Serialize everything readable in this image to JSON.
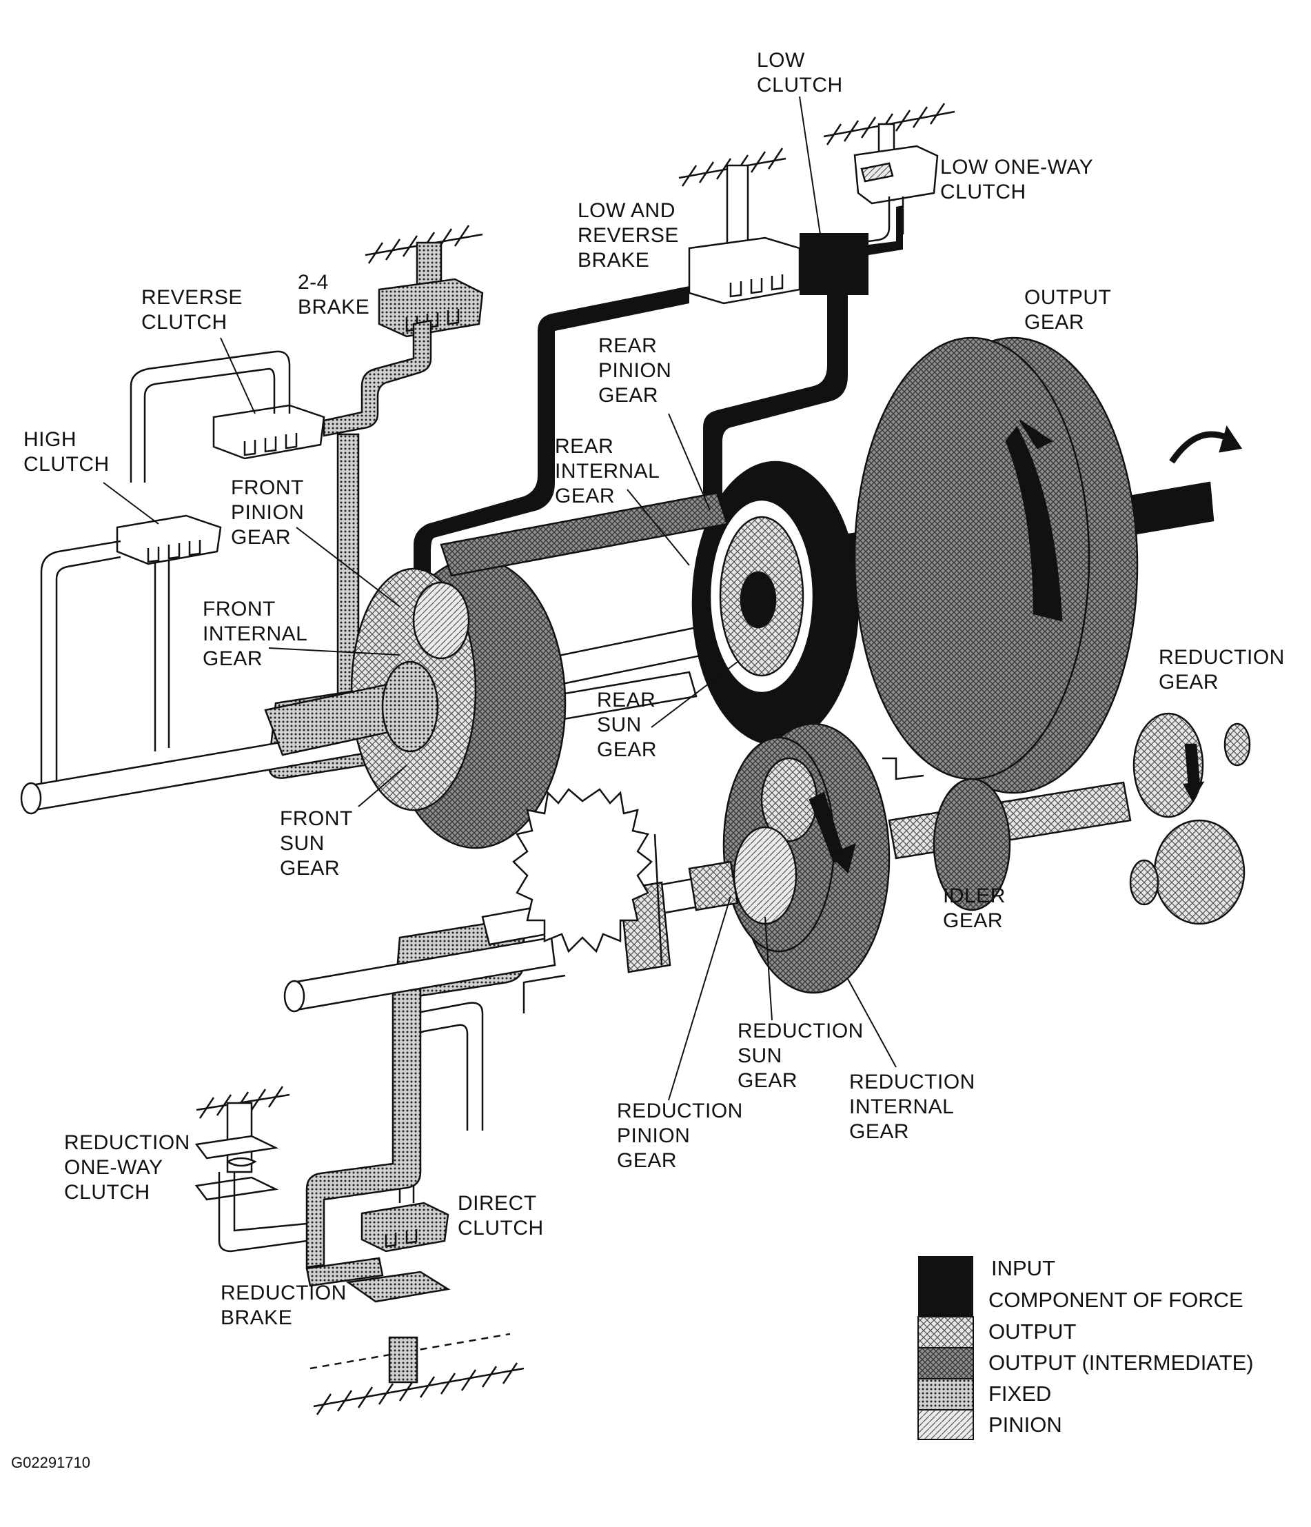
{
  "colors": {
    "input": "#111111",
    "component_of_force": "#111111",
    "output": "#d9d9d9",
    "output_intermediate": "#9a9a9a",
    "fixed": "#b4b4b4",
    "pinion": "#cfcfcf",
    "line": "#111111",
    "paper": "#ffffff"
  },
  "labels": {
    "low_clutch": "LOW\nCLUTCH",
    "low_one_way_clutch": "LOW ONE-WAY\nCLUTCH",
    "low_and_reverse_brake": "LOW AND\nREVERSE\nBRAKE",
    "brake_2_4": "2-4\nBRAKE",
    "reverse_clutch": "REVERSE\nCLUTCH",
    "output_gear": "OUTPUT\nGEAR",
    "rear_pinion_gear": "REAR\nPINION\nGEAR",
    "rear_internal_gear": "REAR\nINTERNAL\nGEAR",
    "high_clutch": "HIGH\nCLUTCH",
    "front_pinion_gear": "FRONT\nPINION\nGEAR",
    "front_internal_gear": "FRONT\nINTERNAL\nGEAR",
    "reduction_gear": "REDUCTION\nGEAR",
    "rear_sun_gear": "REAR\nSUN\nGEAR",
    "front_sun_gear": "FRONT\nSUN\nGEAR",
    "idler_gear": "IDLER\nGEAR",
    "reduction_sun_gear": "REDUCTION\nSUN\nGEAR",
    "reduction_internal_gear": "REDUCTION\nINTERNAL\nGEAR",
    "reduction_pinion_gear": "REDUCTION\nPINION\nGEAR",
    "reduction_one_way_clutch": "REDUCTION\nONE-WAY\nCLUTCH",
    "direct_clutch": "DIRECT\nCLUTCH",
    "reduction_brake": "REDUCTION\nBRAKE"
  },
  "legend": [
    {
      "label": "INPUT",
      "swatch": "input"
    },
    {
      "label": "COMPONENT OF FORCE",
      "swatch": "component_of_force"
    },
    {
      "label": "OUTPUT",
      "swatch": "output"
    },
    {
      "label": "OUTPUT (INTERMEDIATE)",
      "swatch": "output_intermediate"
    },
    {
      "label": "FIXED",
      "swatch": "fixed"
    },
    {
      "label": "PINION",
      "swatch": "pinion"
    }
  ],
  "figure_id": "G02291710"
}
